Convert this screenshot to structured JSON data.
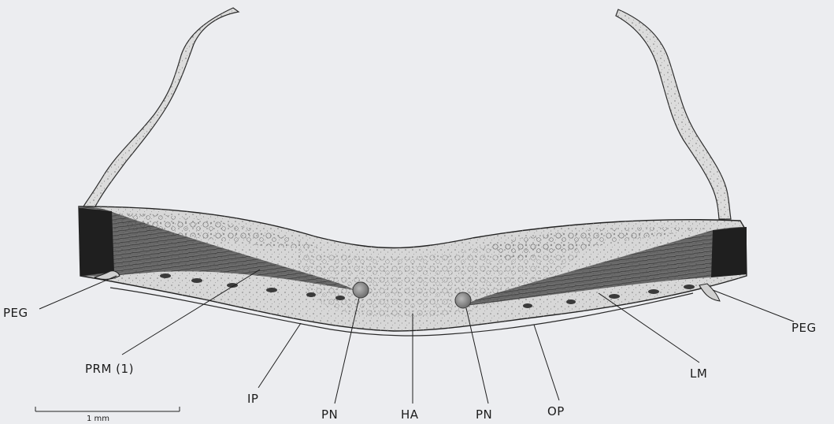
{
  "labels": {
    "peg_left": "PEG",
    "peg_right": "PEG",
    "prm": "PRM (1)",
    "ip": "IP",
    "pn_left": "PN",
    "ha": "HA",
    "pn_right": "PN",
    "op": "OP",
    "lm": "LM"
  },
  "scale_bar": {
    "label": "1 mm"
  }
}
